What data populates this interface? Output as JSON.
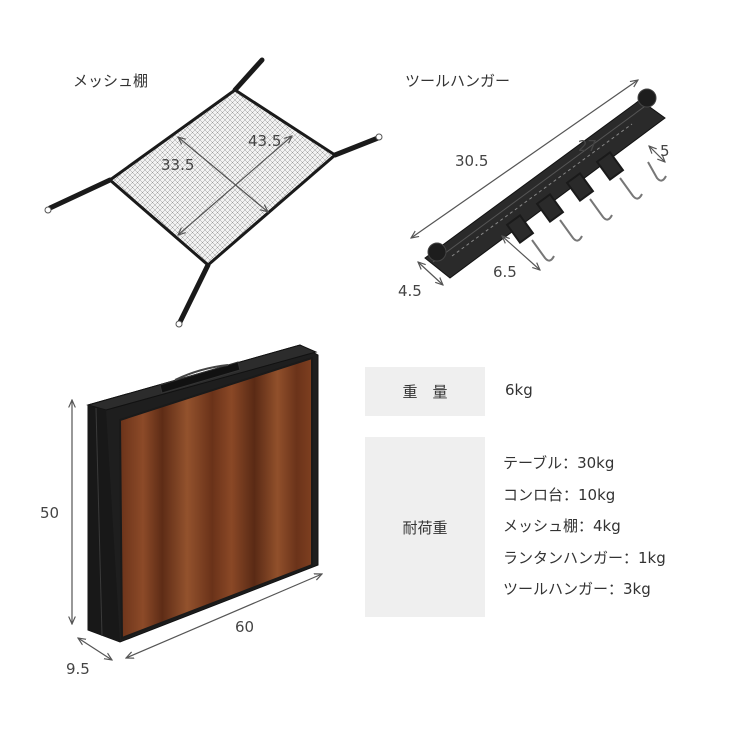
{
  "mesh_shelf": {
    "title": "メッシュ棚",
    "dim_width": "43.5",
    "dim_depth": "33.5"
  },
  "tool_hanger": {
    "title": "ツールハンガー",
    "dim_total": "30.5",
    "dim_inner": "27",
    "dim_hook_pitch": "5",
    "dim_height": "4.5",
    "dim_hook": "6.5"
  },
  "folded_table": {
    "dim_height": "50",
    "dim_width": "60",
    "dim_thickness": "9.5"
  },
  "specs": {
    "weight_label": "重　量",
    "weight_value": "6kg",
    "load_label": "耐荷重",
    "load_items": [
      "テーブル：30kg",
      "コンロ台：10kg",
      "メッシュ棚：4kg",
      "ランタンハンガー：1kg",
      "ツールハンガー：3kg"
    ]
  },
  "colors": {
    "wood_dark": "#5a2d17",
    "wood_light": "#8a4a27",
    "frame": "#222222",
    "label_bg": "#efefef"
  }
}
